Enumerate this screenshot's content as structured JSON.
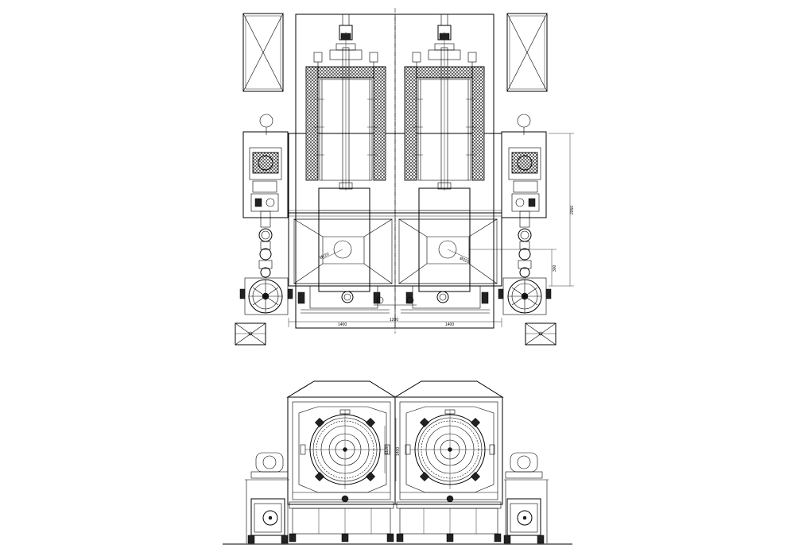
{
  "dimensions": {
    "height_total": "2050",
    "height_partial": "300",
    "width_left": "1400",
    "width_center": "1200",
    "width_right": "1400",
    "bore_left": "Ø220",
    "bore_right": "Ø220",
    "front_height_a": "1120",
    "front_height_b": "1400"
  }
}
